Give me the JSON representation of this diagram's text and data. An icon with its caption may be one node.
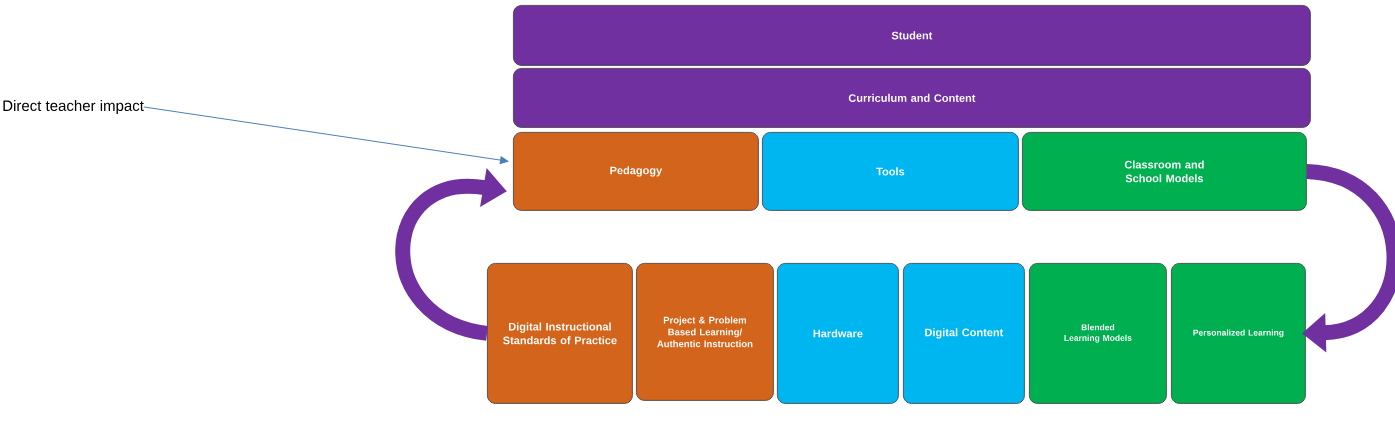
{
  "diagram": {
    "nodes": [
      {
        "text": [
          "Direct teacher impact"
        ]
      },
      {
        "text": [
          "Student"
        ]
      },
      {
        "text": [
          "Curriculum and Content"
        ]
      },
      {
        "text": [
          "Pedagogy"
        ]
      },
      {
        "text": [
          "Tools"
        ]
      },
      {
        "text": [
          "Classroom and School Models"
        ]
      },
      {
        "text": [
          "Digital Instructional Standards of Practice"
        ]
      },
      {
        "text": [
          "Project & Problem Based Learning/ Authentic Instruction"
        ]
      },
      {
        "text": [
          "Hardware"
        ]
      },
      {
        "text": [
          "Digital Content"
        ]
      },
      {
        "text": [
          "Blended Learning Models"
        ]
      },
      {
        "text": [
          "Personalized Learning"
        ]
      }
    ],
    "edges": [
      {
        "from": 0,
        "to": 3,
        "arrow": "to",
        "color": "#4a7ebb"
      },
      {
        "from": 6,
        "to": 3,
        "arrow": "to"
      },
      {
        "from": 5,
        "to": 11,
        "arrow": "to"
      }
    ]
  }
}
